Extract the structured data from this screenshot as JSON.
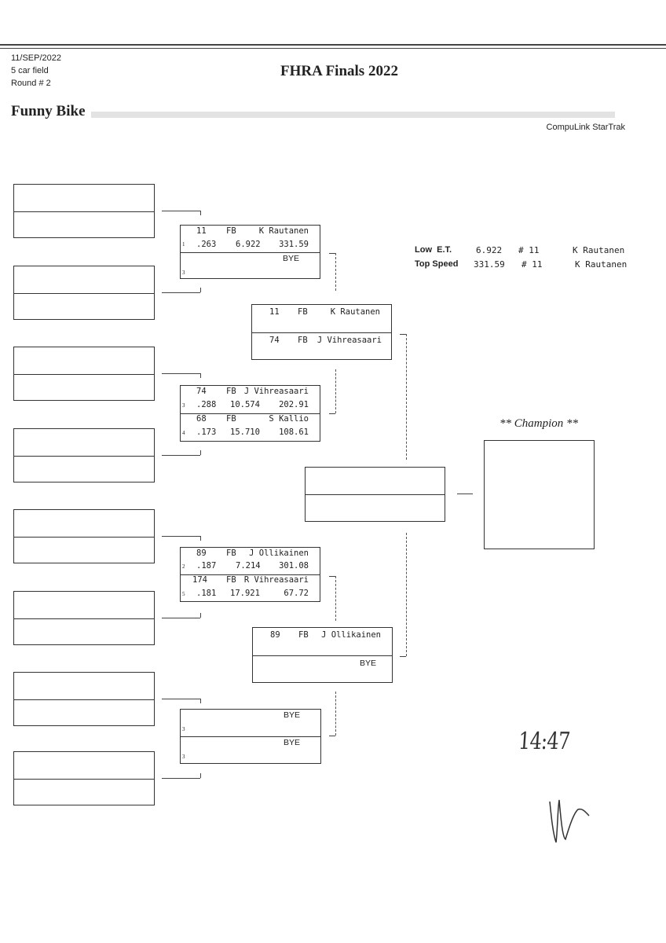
{
  "header": {
    "date": "11/SEP/2022",
    "field": "5 car field",
    "round": "Round # 2",
    "title": "FHRA Finals 2022",
    "category": "Funny Bike",
    "software": "CompuLink StarTrak"
  },
  "stats": {
    "low_et": {
      "label": "Low  E.T.",
      "value": "6.922",
      "car": "# 11",
      "driver": "K Rautanen"
    },
    "top_speed": {
      "label": "Top Speed",
      "value": "331.59",
      "car": "# 11",
      "driver": "K Rautanen"
    }
  },
  "round2": [
    {
      "top": {
        "car": "11",
        "class": "FB",
        "driver": "K Rautanen",
        "seed": "1",
        "rt": ".263",
        "et": "6.922",
        "speed": "331.59"
      },
      "bottom": {
        "driver": "BYE",
        "seed": "3"
      }
    },
    {
      "top": {
        "car": "74",
        "class": "FB",
        "driver": "J Vihreasaari",
        "seed": "3",
        "rt": ".288",
        "et": "10.574",
        "speed": "202.91"
      },
      "bottom": {
        "car": "68",
        "class": "FB",
        "driver": "S Kallio",
        "seed": "4",
        "rt": ".173",
        "et": "15.710",
        "speed": "108.61"
      }
    },
    {
      "top": {
        "car": "89",
        "class": "FB",
        "driver": "J Ollikainen",
        "seed": "2",
        "rt": ".187",
        "et": "7.214",
        "speed": "301.08"
      },
      "bottom": {
        "car": "174",
        "class": "FB",
        "driver": "R Vihreasaari",
        "seed": "5",
        "rt": ".181",
        "et": "17.921",
        "speed": "67.72"
      }
    },
    {
      "top": {
        "driver": "BYE",
        "seed": "3"
      },
      "bottom": {
        "driver": "BYE",
        "seed": "3"
      }
    }
  ],
  "round3": [
    {
      "top": {
        "car": "11",
        "class": "FB",
        "driver": "K Rautanen"
      },
      "bottom": {
        "car": "74",
        "class": "FB",
        "driver": "J Vihreasaari"
      }
    },
    {
      "top": {
        "car": "89",
        "class": "FB",
        "driver": "J Ollikainen"
      },
      "bottom": {
        "driver": "BYE"
      }
    }
  ],
  "champion_label": "** Champion **",
  "handwritten_time": "14:47"
}
